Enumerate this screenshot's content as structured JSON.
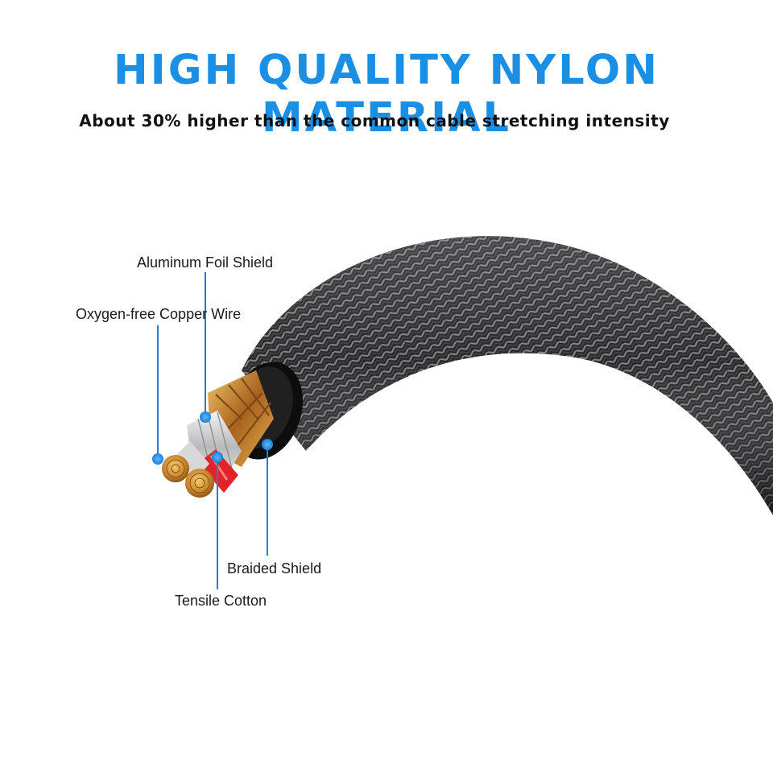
{
  "header": {
    "title": "HIGH QUALITY NYLON MATERIAL",
    "subtitle": "About 30% higher than the common cable stretching intensity"
  },
  "callouts": {
    "aluminum_foil_shield": "Aluminum Foil Shield",
    "oxygen_free_copper_wire": "Oxygen-free Copper Wire",
    "braided_shield": "Braided Shield",
    "tensile_cotton": "Tensile Cotton"
  },
  "colors": {
    "accent": "#1a8fe3",
    "callout_line": "#1f7fd8",
    "braid_dark": "#1c1c1e",
    "braid_light": "#8a8a8e",
    "copper": "#c98a2e"
  }
}
